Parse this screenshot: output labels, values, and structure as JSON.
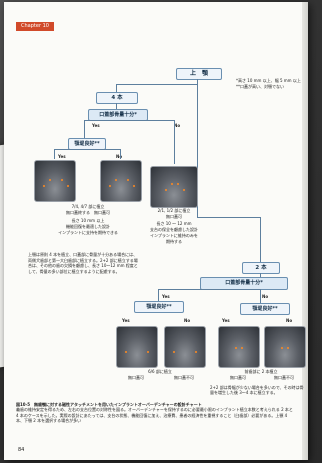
{
  "chapter": "Chapter 10",
  "notes": [
    "*高さ 10 mm 以上、幅 5 mm 以上",
    "**口蓋が高い、対顎でない"
  ],
  "flow": {
    "top": "上　顎",
    "left_count": "4 本",
    "q_bone": "口蓋部骨量十分*",
    "yes": "Yes",
    "no": "No",
    "q_ridge": "顎堤良好**",
    "right_count": "2 本",
    "q_bone2": "口蓋部骨量十分*",
    "q_ridge_r1": "顎堤良好**",
    "q_ridge_r2": "顎堤良好**"
  },
  "labels": {
    "a": [
      "7/4, 4/7 部に植立",
      "無口蓋終する　無口蓋可",
      "長さ 10 mm 以上",
      "機能回復を最適した設計",
      "インプラントに支持を期待できる"
    ],
    "b": [
      "2/1, 1/2 部に植立",
      "無口蓋可",
      "長さ 10 ～ 12 mm",
      "支台の保全を顧慮した設計",
      "インプラントに維持のみを",
      "期待する"
    ],
    "c": [
      "6/6 部に植立",
      "無口蓋可",
      "無口蓋不可"
    ],
    "d": [
      "前歯部に 2 本植立",
      "無口蓋可",
      "無口蓋不可"
    ]
  },
  "body_text": "上顎は原則 4 本を植立、口蓋部に骨量が十分ある場合には、両側犬歯部と第一大臼歯部に植立する。2+2 部に植立する場合は、その他の歯の欠損を顧慮し、長さ 10～12 mm 程度として、骨量の多い部位に植立するように配慮する。",
  "footnote_right": "2+2 部は骨幅が少ない場合を多いので、その時は骨量を増生した後 3～4 本に植立する。",
  "caption_title": "図10-5　無歯顎に対する磁性アタッチメントを用いたインプラントオーバーデンチャーの設計チャート",
  "caption_body": "義歯の維持安定を得るため、左右の支台位置の対称性を図る。オーバーデンチャーを保持するのに必要最小限のインプラント植立本数と考えられる 2 本と 4 本のケースを示した。実際の設計にあたっては、支台の状態、機能回復に加え、治療費、患者の経済性を重視すること（臼歯部）必要がある。上顎 4 本、下顎 2 本を選択する場合が多い",
  "page_number": "84"
}
